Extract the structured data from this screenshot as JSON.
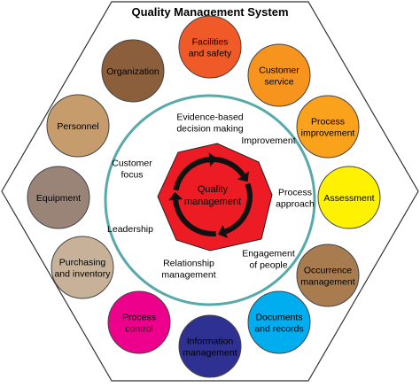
{
  "title": "Quality Management System",
  "center_label": [
    "Quality",
    "management"
  ],
  "principles": [
    [
      "Evidence-based",
      "decision making"
    ],
    [
      "Improvement"
    ],
    [
      "Process",
      "approach"
    ],
    [
      "Engagement",
      "of people"
    ],
    [
      "Relationship",
      "management"
    ],
    [
      "Leadership"
    ],
    [
      "Customer",
      "focus"
    ]
  ],
  "elements": [
    {
      "label": [
        "Facilities",
        "and safety"
      ],
      "color": "#f05a28"
    },
    {
      "label": [
        "Customer",
        "service"
      ],
      "color": "#f7941d"
    },
    {
      "label": [
        "Process",
        "improvement"
      ],
      "color": "#faa21b"
    },
    {
      "label": [
        "Assessment"
      ],
      "color": "#fff200"
    },
    {
      "label": [
        "Occurrence",
        "management"
      ],
      "color": "#a97c50"
    },
    {
      "label": [
        "Documents",
        "and records"
      ],
      "color": "#00aeef"
    },
    {
      "label": [
        "Information",
        "management"
      ],
      "color": "#2e3192"
    },
    {
      "label": [
        "Process",
        "control"
      ],
      "color": "#ec008c"
    },
    {
      "label": [
        "Purchasing",
        "and inventory"
      ],
      "color": "#c7b299"
    },
    {
      "label": [
        "Equipment"
      ],
      "color": "#9a8478"
    },
    {
      "label": [
        "Personnel"
      ],
      "color": "#c69c6d"
    },
    {
      "label": [
        "Organization"
      ],
      "color": "#8b5e3c"
    }
  ],
  "colors": {
    "ring": "#58a9a9",
    "heptagon": "#ed1c24",
    "hexagon_stroke": "#333333"
  }
}
